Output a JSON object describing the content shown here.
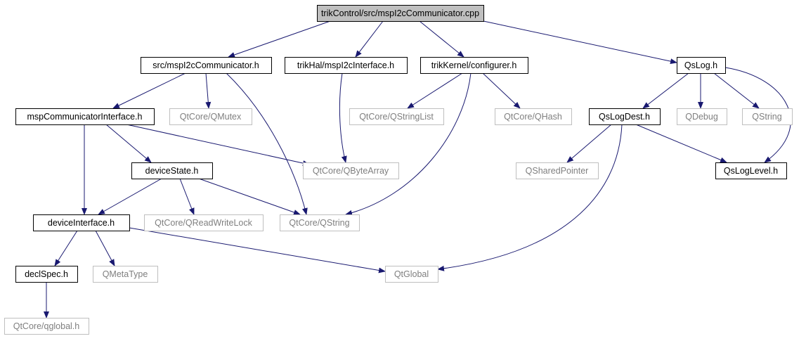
{
  "graph": {
    "root": "n0",
    "colors": {
      "edge": "#191970",
      "root_fill": "#bfbfbf",
      "root_border": "#000000",
      "internal_border": "#000000",
      "external_border": "#bfbfbf",
      "external_text": "#7f7f7f",
      "text": "#000000"
    },
    "nodes": [
      {
        "id": "n0",
        "label": "trikControl/src/mspI2cCommunicator.cpp",
        "kind": "root"
      },
      {
        "id": "n1",
        "label": "src/mspI2cCommunicator.h",
        "kind": "internal"
      },
      {
        "id": "n2",
        "label": "trikHal/mspI2cInterface.h",
        "kind": "internal"
      },
      {
        "id": "n3",
        "label": "trikKernel/configurer.h",
        "kind": "internal"
      },
      {
        "id": "n4",
        "label": "QsLog.h",
        "kind": "internal"
      },
      {
        "id": "n5",
        "label": "mspCommunicatorInterface.h",
        "kind": "internal"
      },
      {
        "id": "n6",
        "label": "QtCore/QMutex",
        "kind": "external"
      },
      {
        "id": "n7",
        "label": "QtCore/QStringList",
        "kind": "external"
      },
      {
        "id": "n8",
        "label": "QtCore/QHash",
        "kind": "external"
      },
      {
        "id": "n9",
        "label": "QsLogDest.h",
        "kind": "internal"
      },
      {
        "id": "n10",
        "label": "QDebug",
        "kind": "external"
      },
      {
        "id": "n11",
        "label": "QString",
        "kind": "external"
      },
      {
        "id": "n12",
        "label": "deviceState.h",
        "kind": "internal"
      },
      {
        "id": "n13",
        "label": "QtCore/QByteArray",
        "kind": "external"
      },
      {
        "id": "n14",
        "label": "QSharedPointer",
        "kind": "external"
      },
      {
        "id": "n15",
        "label": "QsLogLevel.h",
        "kind": "internal"
      },
      {
        "id": "n16",
        "label": "deviceInterface.h",
        "kind": "internal"
      },
      {
        "id": "n17",
        "label": "QtCore/QReadWriteLock",
        "kind": "external"
      },
      {
        "id": "n18",
        "label": "QtCore/QString",
        "kind": "external"
      },
      {
        "id": "n19",
        "label": "declSpec.h",
        "kind": "internal"
      },
      {
        "id": "n20",
        "label": "QMetaType",
        "kind": "external"
      },
      {
        "id": "n21",
        "label": "QtGlobal",
        "kind": "external"
      },
      {
        "id": "n22",
        "label": "QtCore/qglobal.h",
        "kind": "external"
      }
    ],
    "edges": [
      {
        "from": "n0",
        "to": "n1"
      },
      {
        "from": "n0",
        "to": "n2"
      },
      {
        "from": "n0",
        "to": "n3"
      },
      {
        "from": "n0",
        "to": "n4"
      },
      {
        "from": "n1",
        "to": "n5"
      },
      {
        "from": "n1",
        "to": "n6"
      },
      {
        "from": "n1",
        "to": "n18"
      },
      {
        "from": "n2",
        "to": "n13"
      },
      {
        "from": "n3",
        "to": "n7"
      },
      {
        "from": "n3",
        "to": "n8"
      },
      {
        "from": "n3",
        "to": "n18"
      },
      {
        "from": "n4",
        "to": "n9"
      },
      {
        "from": "n4",
        "to": "n10"
      },
      {
        "from": "n4",
        "to": "n11"
      },
      {
        "from": "n4",
        "to": "n15"
      },
      {
        "from": "n5",
        "to": "n12"
      },
      {
        "from": "n5",
        "to": "n13"
      },
      {
        "from": "n5",
        "to": "n16"
      },
      {
        "from": "n12",
        "to": "n16"
      },
      {
        "from": "n12",
        "to": "n17"
      },
      {
        "from": "n12",
        "to": "n18"
      },
      {
        "from": "n9",
        "to": "n14"
      },
      {
        "from": "n9",
        "to": "n15"
      },
      {
        "from": "n9",
        "to": "n21"
      },
      {
        "from": "n16",
        "to": "n19"
      },
      {
        "from": "n16",
        "to": "n20"
      },
      {
        "from": "n16",
        "to": "n21"
      },
      {
        "from": "n19",
        "to": "n22"
      }
    ]
  }
}
